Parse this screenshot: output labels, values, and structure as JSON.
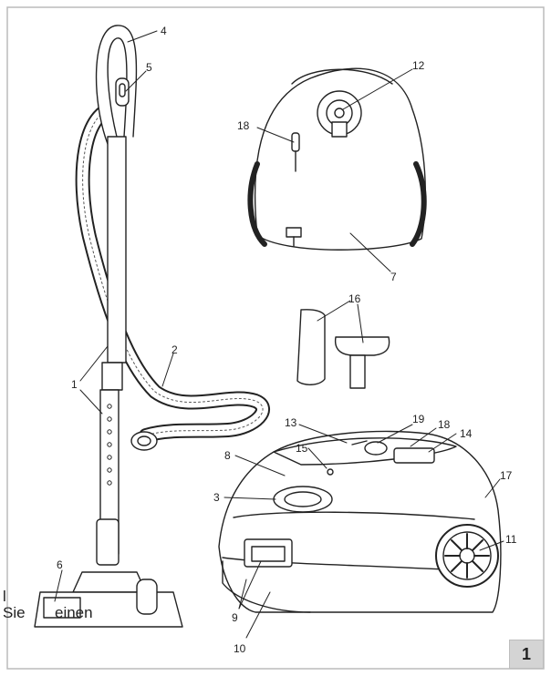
{
  "callouts": {
    "c1": "1",
    "c2": "2",
    "c3": "3",
    "c4": "4",
    "c5": "5",
    "c6": "6",
    "c7": "7",
    "c8": "8",
    "c9": "9",
    "c10": "10",
    "c11": "11",
    "c12": "12",
    "c13": "13",
    "c14": "14",
    "c15": "15",
    "c16": "16",
    "c17": "17",
    "c18a": "18",
    "c18b": "18",
    "c19": "19"
  },
  "stray_text": {
    "line1": "l",
    "line2a": "Sie",
    "line2b": "einen"
  },
  "page_number": "1",
  "colors": {
    "ink": "#222222",
    "frame": "#bbbbbb",
    "badge": "#d4d4d4"
  }
}
